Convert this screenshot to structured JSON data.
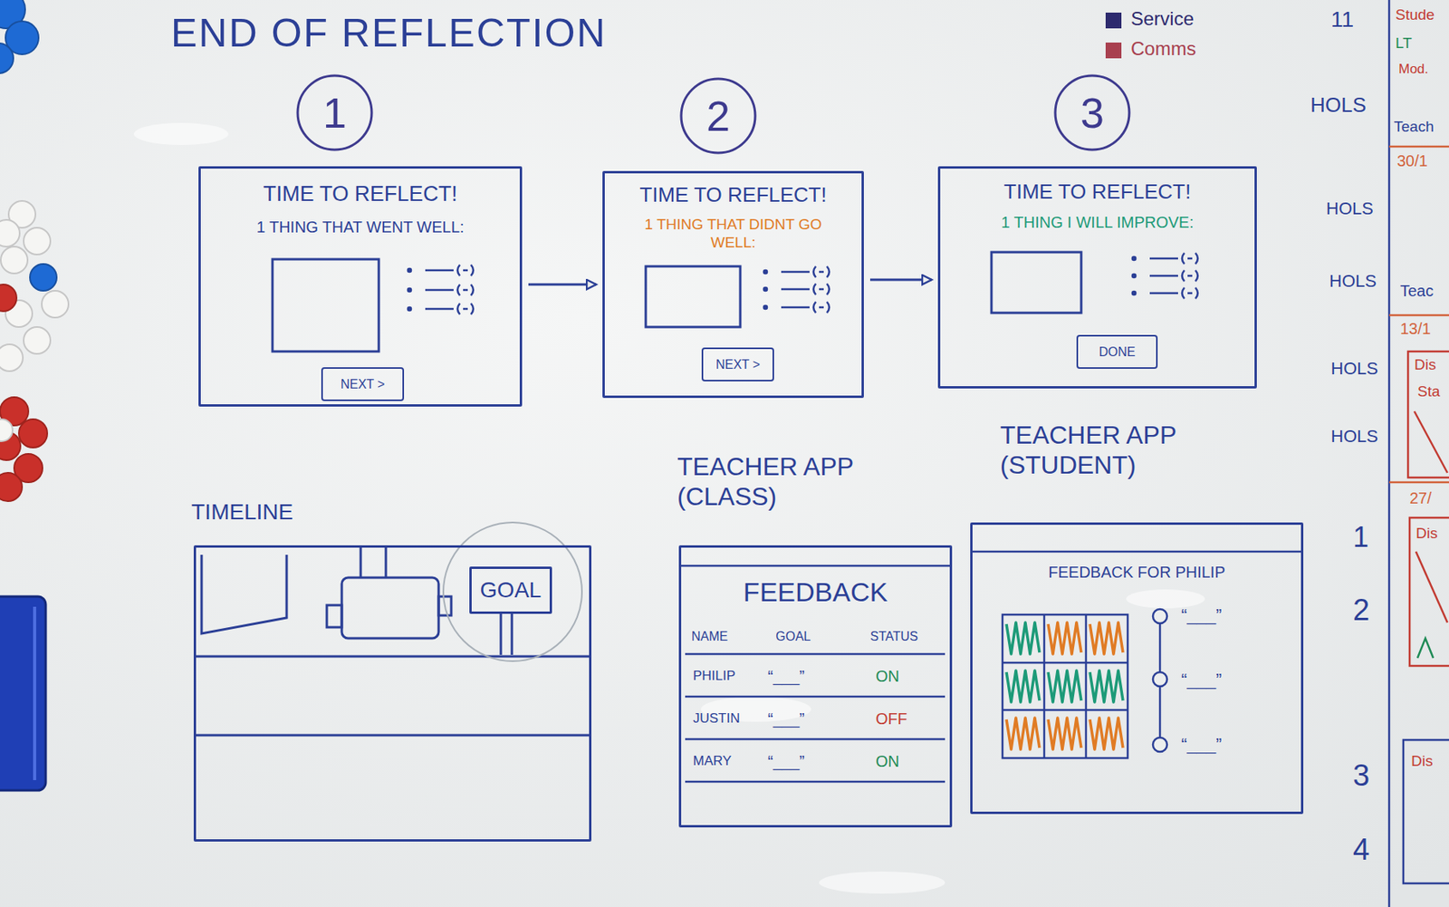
{
  "diagram": {
    "title": "END OF REFLECTION",
    "nodes": [
      {
        "text": [
          "1"
        ]
      },
      {
        "text": [
          "TIME TO REFLECT!",
          "1 THING THAT WENT WELL:"
        ]
      },
      {
        "text": [
          "NEXT >"
        ],
        "in": 1
      },
      {
        "text": [
          "2"
        ]
      },
      {
        "text": [
          "TIME TO REFLECT!",
          "1 THING THAT DIDNT GO WELL:"
        ]
      },
      {
        "text": [
          "NEXT >"
        ],
        "in": 4
      },
      {
        "text": [
          "3"
        ]
      },
      {
        "text": [
          "TIME TO REFLECT!",
          "1 THING I WILL IMPROVE:"
        ]
      },
      {
        "text": [
          "DONE"
        ],
        "in": 7
      },
      {
        "text": [
          "TIMELINE"
        ]
      },
      {
        "text": [
          "GOAL"
        ],
        "in": 9
      },
      {
        "text": [
          "TEACHER APP (CLASS)",
          "FEEDBACK"
        ]
      },
      {
        "text": [
          "TEACHER APP (STUDENT)",
          "FEEDBACK FOR PHILIP"
        ]
      }
    ],
    "edges": [
      {
        "from": 1,
        "to": 4,
        "arrow": "to"
      },
      {
        "from": 4,
        "to": 7,
        "arrow": "to"
      }
    ],
    "labels": [
      "NAME",
      "GOAL",
      "STATUS",
      "PHILIP",
      "“___”",
      "ON",
      "JUSTIN",
      "“___”",
      "OFF",
      "MARY",
      "“___”",
      "ON",
      "“___”",
      "“___”",
      "“___”",
      "11",
      "Stude",
      "LT",
      "Mod.",
      "HOLS",
      "Teach",
      "30/1",
      "HOLS",
      "HOLS",
      "Teac",
      "13/1",
      "HOLS",
      "Dis",
      "Sta",
      "HOLS",
      "27/",
      "1",
      "Dis",
      "2",
      "3",
      "Dis",
      "4"
    ],
    "legend": [
      {
        "text": "Service",
        "color": "#2d2a6e"
      },
      {
        "text": "Comms",
        "color": "#a8404f"
      }
    ]
  }
}
